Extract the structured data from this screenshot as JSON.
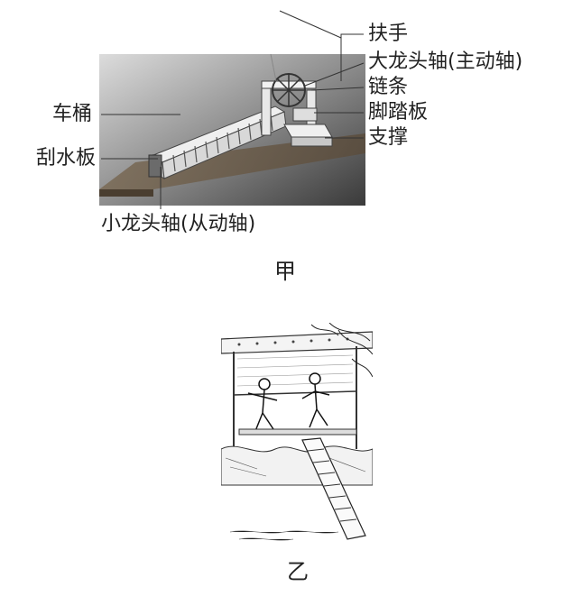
{
  "figure_a": {
    "labels": {
      "handle": "扶手",
      "main_shaft": "大龙头轴(主动轴)",
      "chain": "链条",
      "pedal": "脚踏板",
      "support": "支撑",
      "bucket": "车桶",
      "paddle": "刮水板",
      "driven_shaft": "小龙头轴(从动轴)"
    },
    "caption": "甲"
  },
  "figure_b": {
    "caption": "乙"
  }
}
